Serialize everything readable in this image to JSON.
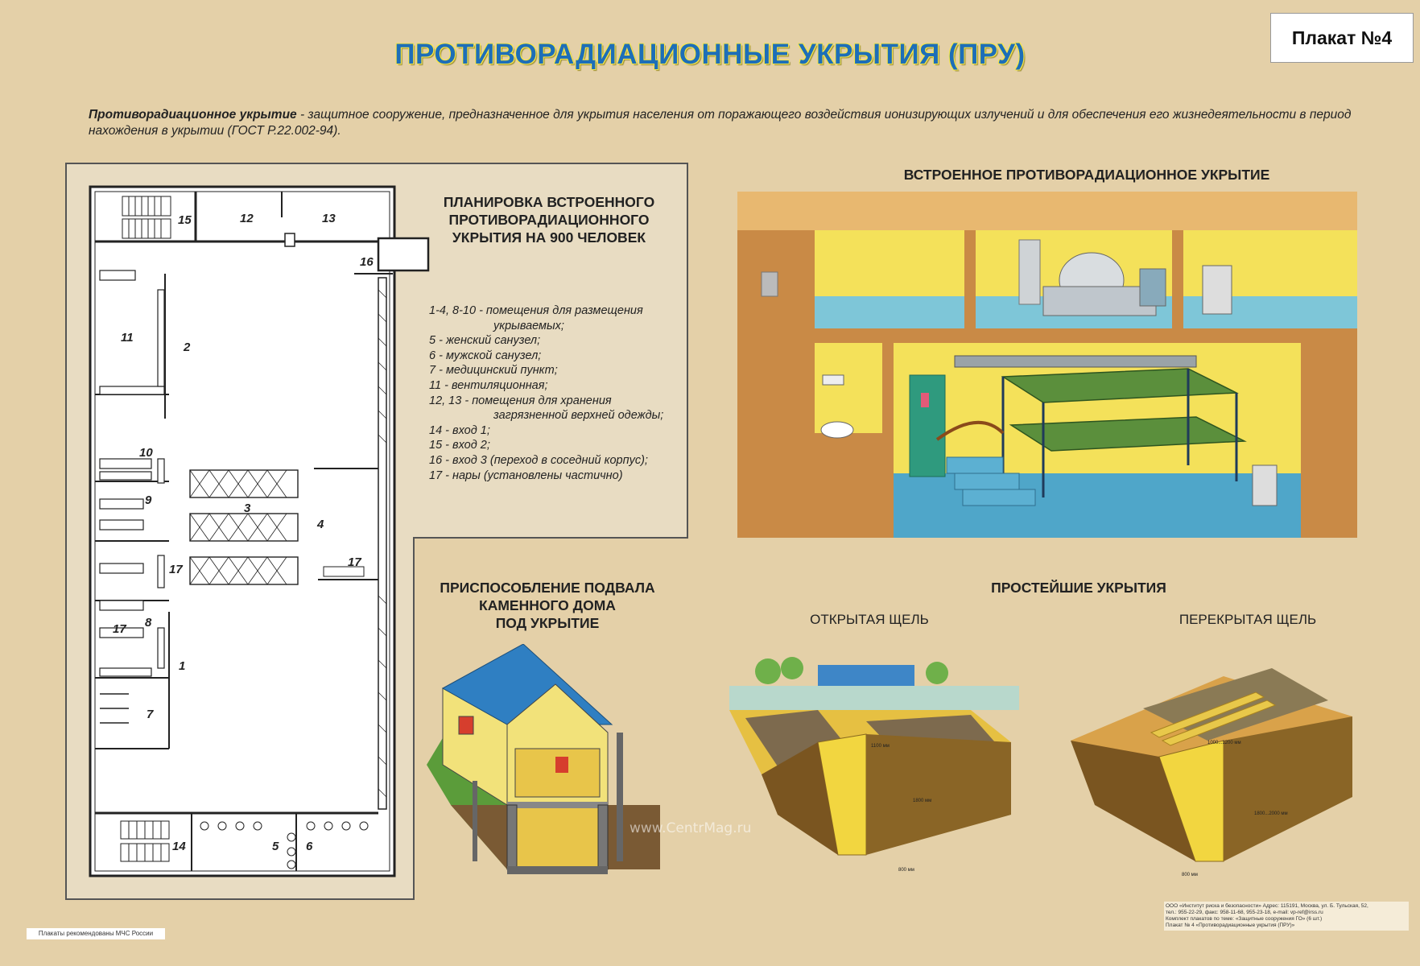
{
  "header": {
    "plakat_number": "Плакат №4",
    "title": "ПРОТИВОРАДИАЦИОННЫЕ УКРЫТИЯ  (ПРУ)"
  },
  "definition": {
    "term": "Противорадиационное укрытие",
    "text": " - защитное сооружение, предназначенное для укрытия населения от поражающего воздействия ионизирующих излучений и для обеспечения его жизнедеятельности в период нахождения в укрытии (ГОСТ Р.22.002-94)."
  },
  "plan": {
    "title_lines": [
      "ПЛАНИРОВКА ВСТРОЕННОГО",
      "ПРОТИВОРАДИАЦИОННОГО",
      "УКРЫТИЯ НА 900 ЧЕЛОВЕК"
    ],
    "legend": [
      {
        "text": "1-4, 8-10 - помещения для размещения",
        "indent": false
      },
      {
        "text": "укрываемых;",
        "indent": true
      },
      {
        "text": "5 - женский санузел;",
        "indent": false
      },
      {
        "text": "6 - мужской санузел;",
        "indent": false
      },
      {
        "text": "7 - медицинский пункт;",
        "indent": false
      },
      {
        "text": "11 - вентиляционная;",
        "indent": false
      },
      {
        "text": "12, 13 - помещения для хранения",
        "indent": false
      },
      {
        "text": "загрязненной верхней одежды;",
        "indent": true
      },
      {
        "text": "14 - вход 1;",
        "indent": false
      },
      {
        "text": "15 - вход 2;",
        "indent": false
      },
      {
        "text": "16 - вход 3 (переход в соседний корпус);",
        "indent": false
      },
      {
        "text": "17 - нары (установлены частично)",
        "indent": false
      }
    ],
    "room_labels": {
      "r1": "1",
      "r2": "2",
      "r3": "3",
      "r4": "4",
      "r5": "5",
      "r6": "6",
      "r7": "7",
      "r8": "8",
      "r9": "9",
      "r10": "10",
      "r11": "11",
      "r12": "12",
      "r13": "13",
      "r14": "14",
      "r15": "15",
      "r16": "16",
      "r17a": "17",
      "r17b": "17",
      "r17c": "17"
    }
  },
  "builtin_shelter": {
    "heading": "ВСТРОЕННОЕ ПРОТИВОРАДИАЦИОННОЕ УКРЫТИЕ"
  },
  "basement": {
    "heading_lines": [
      "ПРИСПОСОБЛЕНИЕ ПОДВАЛА",
      "КАМЕННОГО ДОМА",
      "ПОД УКРЫТИЕ"
    ]
  },
  "simple_shelters": {
    "heading": "ПРОСТЕЙШИЕ УКРЫТИЯ",
    "open_trench": "ОТКРЫТАЯ ЩЕЛЬ",
    "covered_trench": "ПЕРЕКРЫТАЯ ЩЕЛЬ",
    "open_dims": {
      "top": "1100 мм",
      "depth": "1800 мм",
      "bottom": "800 мм"
    },
    "covered_dims": {
      "top": "1000...1200 мм",
      "depth": "1800...2000 мм",
      "bottom": "800 мм"
    }
  },
  "footer": {
    "left": "Плакаты рекомендованы МЧС России",
    "right_lines": [
      "ООО «Институт риска и безопасности» Адрес: 115191, Москва, ул. Б. Тульская, 52,",
      "тел.: 955-22-29, факс: 958-11-68, 955-23-18, e-mail: vp-ref@irss.ru",
      "Комплект плакатов по теме: «Защитные сооружения ГО» (6 шт.)",
      "Плакат № 4 «Противорадиационные укрытия (ПРУ)»"
    ],
    "watermark": "www.CentrMag.ru"
  },
  "colors": {
    "title_blue": "#1d6eb8",
    "title_outline": "#f6e64a",
    "poster_bg": "#e4d0a8",
    "panel_bg": "#e9dcc0"
  }
}
